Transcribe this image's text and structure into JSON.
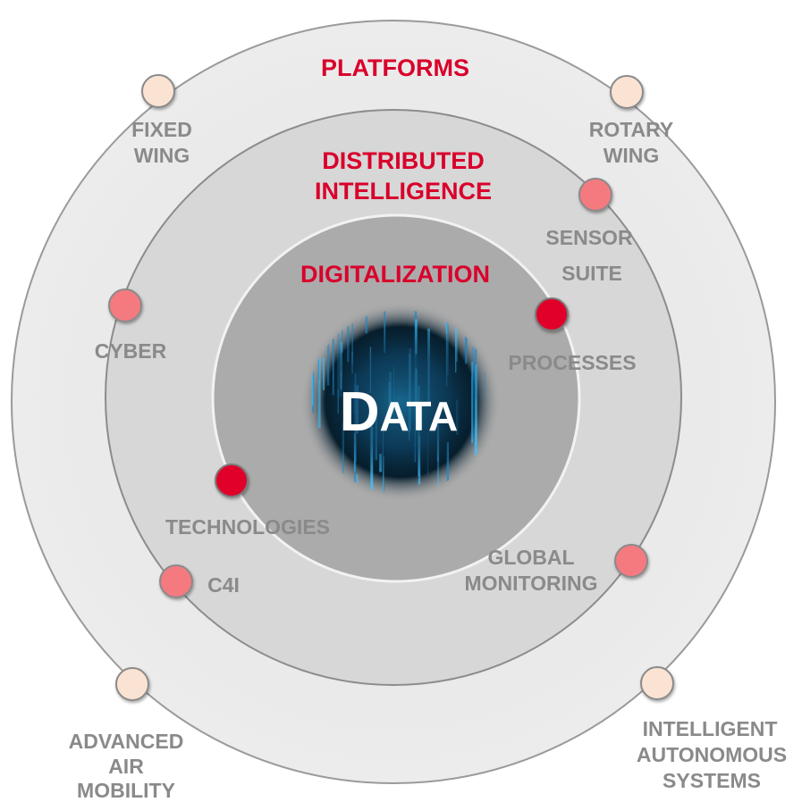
{
  "rings": {
    "outer": {
      "title": "PLATFORMS"
    },
    "middle": {
      "title_line1": "DISTRIBUTED",
      "title_line2": "INTELLIGENCE"
    },
    "inner": {
      "title": "DIGITALIZATION"
    }
  },
  "center": {
    "label_big": "D",
    "label_small": "ATA"
  },
  "nodes": {
    "fixed_wing": {
      "line1": "FIXED",
      "line2": "WING"
    },
    "rotary_wing": {
      "line1": "ROTARY",
      "line2": "WING"
    },
    "advanced_air_mobility": {
      "line1": "ADVANCED",
      "line2": "AIR",
      "line3": "MOBILITY"
    },
    "intelligent_autonomous": {
      "line1": "INTELLIGENT",
      "line2": "AUTONOMOUS",
      "line3": "SYSTEMS"
    },
    "sensor_suite": {
      "line1": "SENSOR",
      "line2": "SUITE"
    },
    "cyber": {
      "line1": "CYBER"
    },
    "c4i": {
      "line1": "C4I"
    },
    "global_monitoring": {
      "line1": "GLOBAL",
      "line2": "MONITORING"
    },
    "processes": {
      "line1": "PROCESSES"
    },
    "technologies": {
      "line1": "TECHNOLOGIES"
    }
  },
  "colors": {
    "title_red": "#d9002b",
    "label_gray": "#8a8a8a",
    "outer_fill": "#e9e9e9",
    "middle_fill": "#d6d6d6",
    "inner_fill": "#a9a9a9",
    "platform_dot": "#fbe3d3",
    "intelligence_dot": "#f47a80",
    "digital_dot": "#e0002a"
  }
}
